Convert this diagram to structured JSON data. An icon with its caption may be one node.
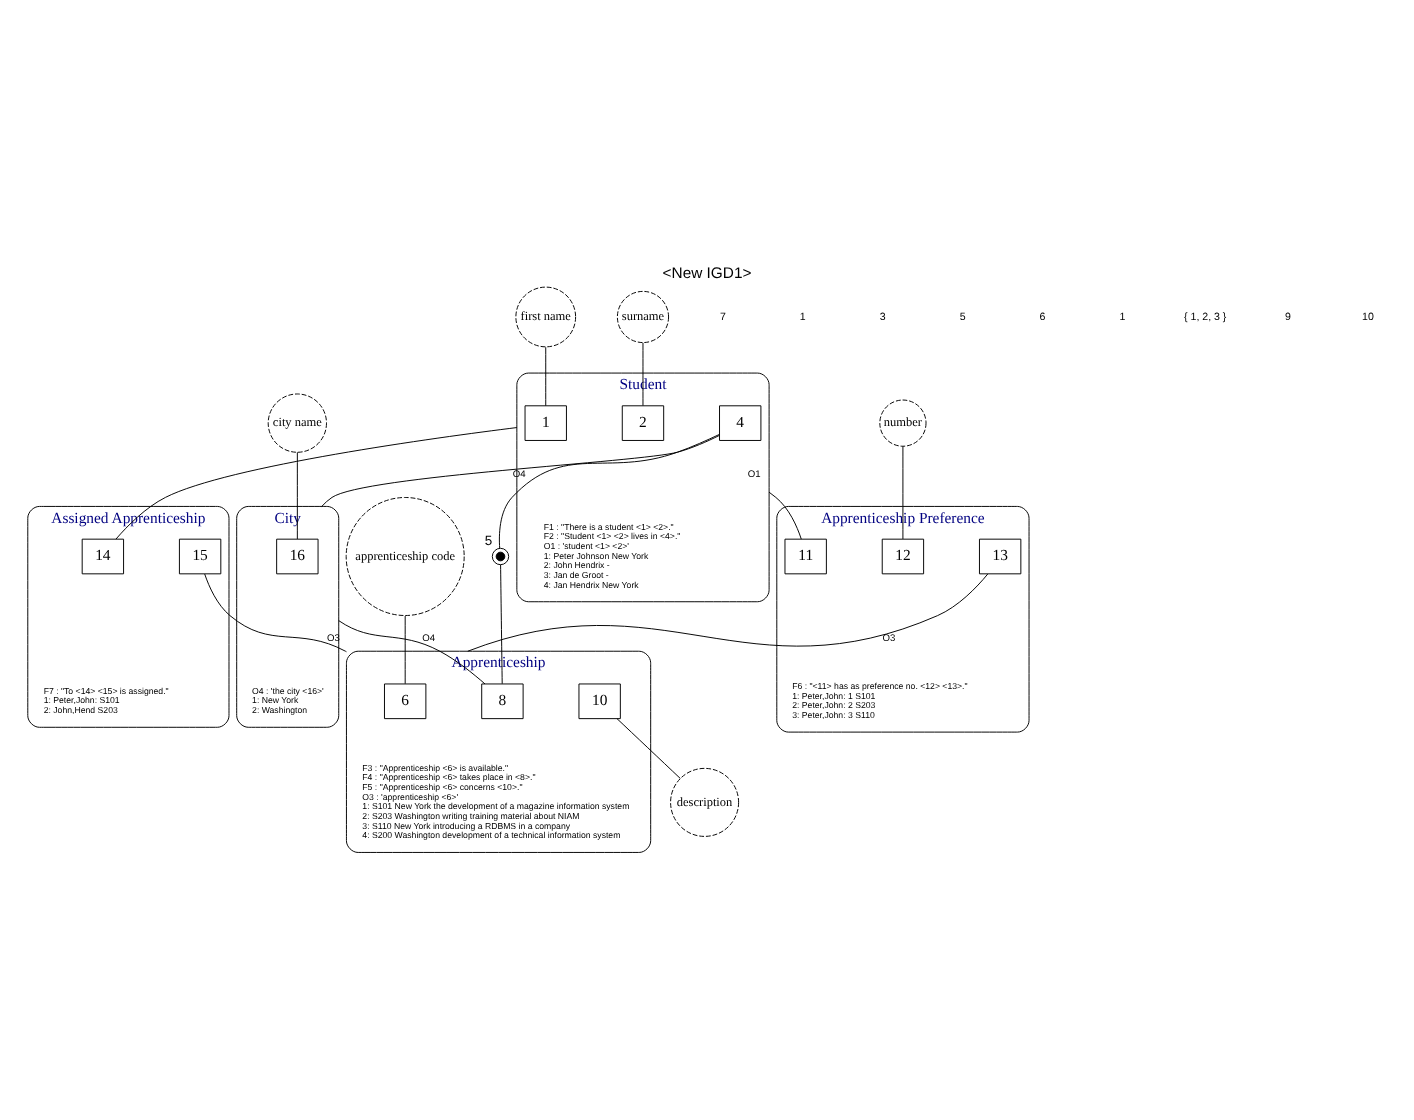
{
  "diagram": {
    "title": "<New IGD1>",
    "nodes": [
      {
        "text": [
          "first name"
        ]
      },
      {
        "text": [
          "surname"
        ]
      },
      {
        "text": [
          "city name"
        ]
      },
      {
        "text": [
          "Student"
        ],
        "beside": [
          "F1 : \"There is a student <1> <2>.\"",
          "F2 : \"Student <1> <2> lives in <4>.\"",
          "O1 : 'student <1> <2>'",
          "1: Peter Johnson New York",
          "2: John Hendrix -",
          "3: Jan de Groot -",
          "4: Jan Hendrix New York"
        ]
      },
      {
        "text": [
          "1"
        ],
        "in": 3
      },
      {
        "text": [
          "2"
        ],
        "in": 3
      },
      {
        "text": [
          "4"
        ],
        "in": 3
      },
      {
        "text": [
          "City"
        ],
        "beside": [
          "O4 : 'the city <16>'",
          "1: New York",
          "2: Washington"
        ]
      },
      {
        "text": [
          "16"
        ],
        "in": 7
      },
      {
        "text": [],
        "shape": "circle",
        "beside": [
          "5"
        ]
      },
      {
        "text": [
          "apprenticeship code"
        ]
      },
      {
        "text": [
          "Apprenticeship"
        ],
        "beside": [
          "F3 : \"Apprenticeship <6> is available.\"",
          "F4 : \"Apprenticeship <6> takes place in <8>.\"",
          "F5 : \"Apprenticeship <6> concerns <10>.\"",
          "O3 : 'apprenticeship <6>'",
          "1: S101 New York the development of a magazine information system",
          "2: S203 Washington writing training material about NIAM",
          "3: S110 New York introducing a RDBMS in a company",
          "4: S200 Washington development of a technical information system"
        ]
      },
      {
        "text": [
          "6"
        ],
        "in": 11
      },
      {
        "text": [
          "8"
        ],
        "in": 11
      },
      {
        "text": [
          "10"
        ],
        "in": 11
      },
      {
        "text": [
          "Assigned Apprenticeship"
        ],
        "beside": [
          "F7 : \"To <14> <15> is assigned.\"",
          "1: Peter,John: S101",
          "2: John,Hend S203"
        ]
      },
      {
        "text": [
          "14"
        ],
        "in": 15
      },
      {
        "text": [
          "15"
        ],
        "in": 15
      },
      {
        "text": [
          "number"
        ]
      },
      {
        "text": [
          "Apprenticeship Preference"
        ],
        "beside": [
          "F6 : \"<11> has as preference no. <12> <13>.\"",
          "1: Peter,John: 1 S101",
          "2: Peter,John: 2 S203",
          "3: Peter,John: 3 S110"
        ]
      },
      {
        "text": [
          "11"
        ],
        "in": 19
      },
      {
        "text": [
          "12"
        ],
        "in": 19
      },
      {
        "text": [
          "13"
        ],
        "in": 19
      },
      {
        "text": [
          "description"
        ]
      }
    ],
    "edges": [
      {
        "from": 0,
        "to": 4,
        "arrow": "none"
      },
      {
        "from": 1,
        "to": 5,
        "arrow": "none"
      },
      {
        "from": 2,
        "to": 8,
        "arrow": "none"
      },
      {
        "from": 6,
        "to": 7,
        "arrow": "none",
        "label": "O4"
      },
      {
        "from": 6,
        "to": 9,
        "arrow": "none"
      },
      {
        "from": 9,
        "to": 13,
        "arrow": "none"
      },
      {
        "from": 7,
        "to": 13,
        "arrow": "none",
        "label": "O4"
      },
      {
        "from": 10,
        "to": 12,
        "arrow": "none"
      },
      {
        "from": 3,
        "to": 16,
        "arrow": "none"
      },
      {
        "from": 3,
        "to": 20,
        "arrow": "none",
        "label": "O1"
      },
      {
        "from": 17,
        "to": 11,
        "arrow": "none",
        "label": "O3"
      },
      {
        "from": 22,
        "to": 11,
        "arrow": "none",
        "label": "O3"
      },
      {
        "from": 18,
        "to": 21,
        "arrow": "none"
      },
      {
        "from": 14,
        "to": 23,
        "arrow": "none"
      }
    ],
    "labels": [
      "7",
      "1",
      "3",
      "5",
      "6",
      "1",
      "{ 1, 2, 3 }",
      "9",
      "10"
    ]
  }
}
